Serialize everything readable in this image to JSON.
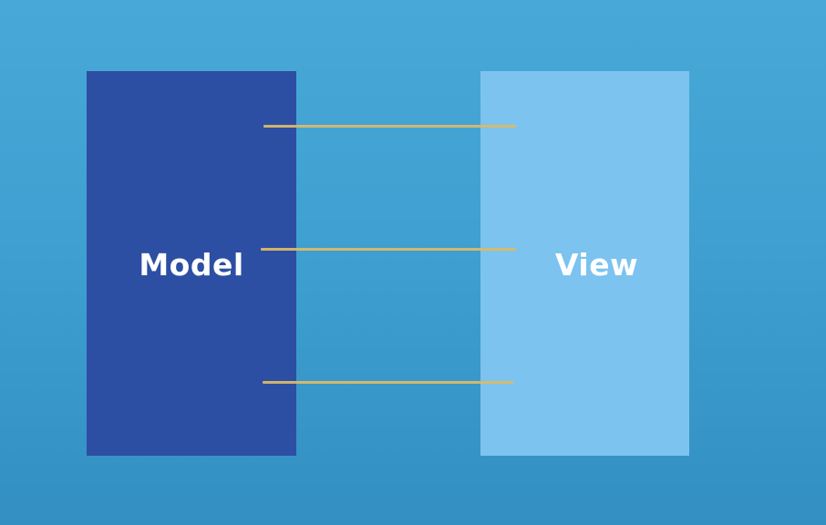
{
  "diagram": {
    "nodes": [
      {
        "id": "model",
        "label": "Model",
        "color": "#2d4fa3"
      },
      {
        "id": "view",
        "label": "View",
        "color": "#7cc3ef"
      }
    ],
    "edges": [
      {
        "from": "model",
        "to": "view"
      },
      {
        "from": "model",
        "to": "view"
      },
      {
        "from": "model",
        "to": "view"
      }
    ],
    "colors": {
      "background": "#3fa0d1",
      "connector": "#d9b96a",
      "label_text": "#ffffff"
    }
  }
}
